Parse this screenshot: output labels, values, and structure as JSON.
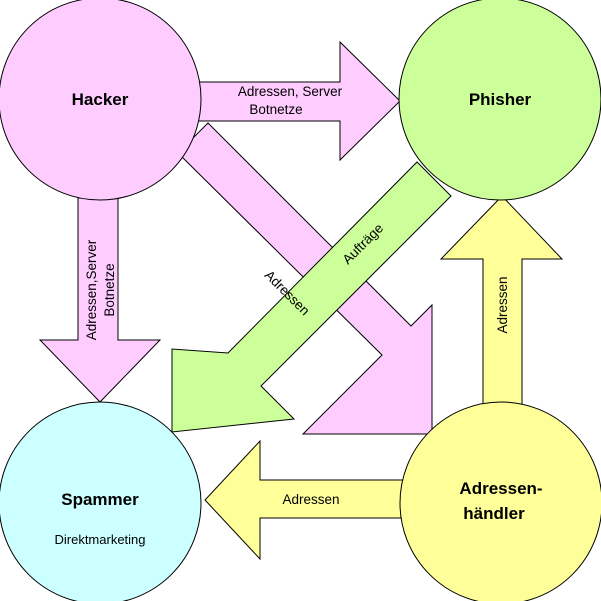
{
  "nodes": {
    "hacker": {
      "title": "Hacker",
      "color": "#ffccff"
    },
    "phisher": {
      "title": "Phisher",
      "color": "#ccff99"
    },
    "spammer": {
      "title": "Spammer",
      "subtitle": "Direktmarketing",
      "color": "#ccffff"
    },
    "adressenhaendler": {
      "title_line1": "Adressen-",
      "title_line2": "händler",
      "color": "#ffff99"
    }
  },
  "edges": {
    "hacker_to_phisher": {
      "line1": "Adressen, Server",
      "line2": "Botnetze",
      "color": "#ffccff"
    },
    "hacker_to_spammer": {
      "line1": "Adressen,Server",
      "line2": "Botnetze",
      "color": "#ffccff"
    },
    "hacker_to_adressenhaendler": {
      "label": "Adressen",
      "color": "#ffccff"
    },
    "phisher_to_spammer": {
      "label": "Aufträge",
      "color": "#ccff99"
    },
    "adressenhaendler_to_phisher": {
      "label": "Adressen",
      "color": "#ffff99"
    },
    "adressenhaendler_to_spammer": {
      "label": "Adressen",
      "color": "#ffff99"
    }
  }
}
